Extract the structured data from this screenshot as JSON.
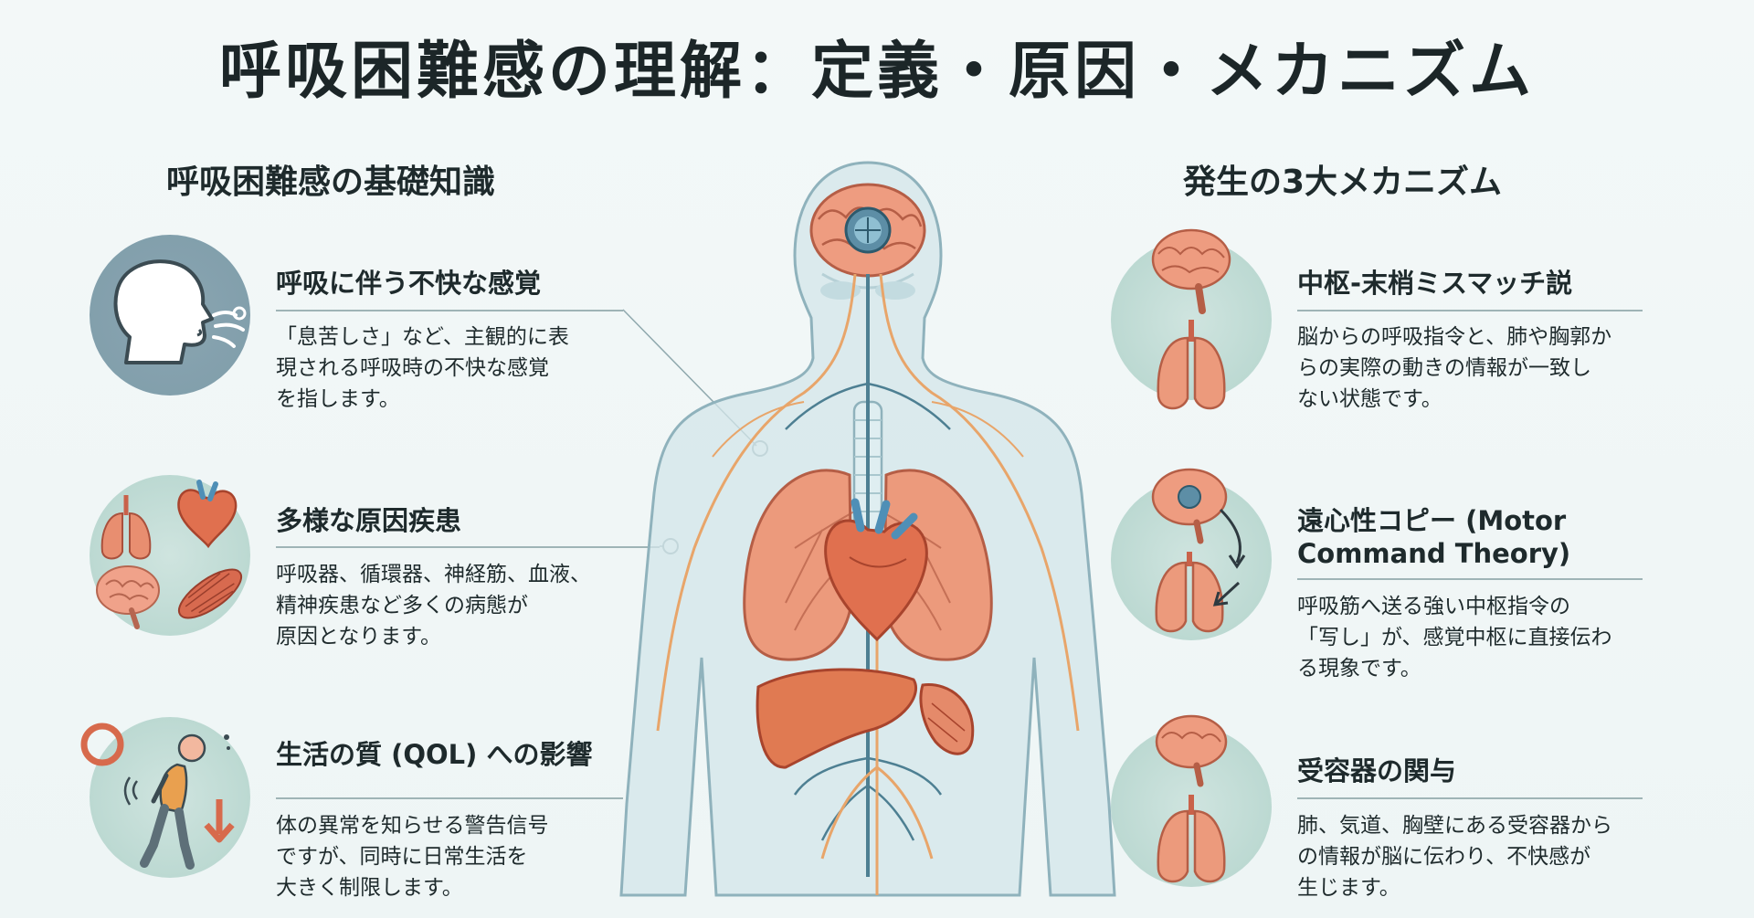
{
  "title": "呼吸困難感の理解：定義・原因・メカニズム",
  "left": {
    "heading": "呼吸困難感の基礎知識",
    "items": [
      {
        "title": "呼吸に伴う不快な感覚",
        "body": [
          "「息苦しさ」など、主観的に表",
          "現される呼吸時の不快な感覚",
          "を指します。"
        ]
      },
      {
        "title": "多様な原因疾患",
        "body": [
          "呼吸器、循環器、神経筋、血液、",
          "精神疾患など多くの病態が",
          "原因となります。"
        ]
      },
      {
        "title": "生活の質 (QOL) への影響",
        "body": [
          "体の異常を知らせる警告信号",
          "ですが、同時に日常生活を",
          "大きく制限します。"
        ]
      }
    ]
  },
  "right": {
    "heading": "発生の3大メカニズム",
    "items": [
      {
        "title": "中枢-末梢ミスマッチ説",
        "body": [
          "脳からの呼吸指令と、肺や胸郭か",
          "らの実際の動きの情報が一致し",
          "ない状態です。"
        ]
      },
      {
        "title_lines": [
          "遠心性コピー (Motor",
          "Command Theory)"
        ],
        "body": [
          "呼吸筋へ送る強い中枢指令の",
          "「写し」が、感覚中枢に直接伝わ",
          "る現象です。"
        ]
      },
      {
        "title": "受容器の関与",
        "body": [
          "肺、気道、胸壁にある受容器から",
          "の情報が脳に伝わり、不快感が",
          "生じます。"
        ]
      }
    ]
  },
  "colors": {
    "organ": "#e48a6b",
    "organ_dark": "#c9624a",
    "vessel": "#e8a56a",
    "nerve": "#4d7f92",
    "body_fill": "#d3e6ea",
    "body_stroke": "#8fb2bc",
    "circle": "#bcd9d2"
  }
}
